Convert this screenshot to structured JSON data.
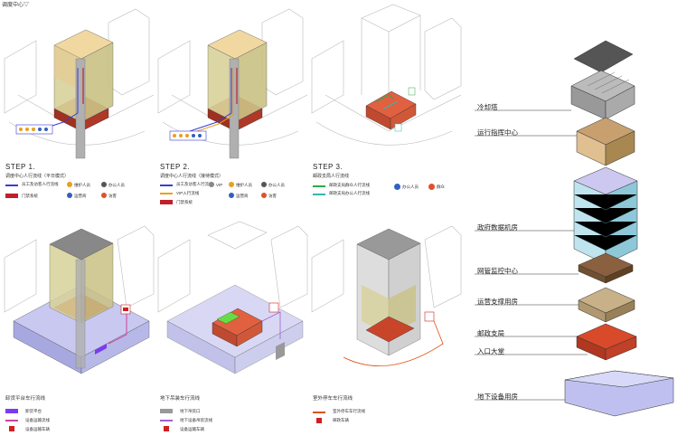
{
  "top_left_title": "调度中心▽",
  "steps": [
    {
      "title": "STEP 1.",
      "subtitle": "调度中心人行流线（平日模式）",
      "legend": [
        {
          "label": "员工及访客人行流线",
          "color": "#3b3bd6"
        },
        {
          "label": "门禁系统",
          "color": "#c0202a"
        }
      ],
      "people": [
        "维护人员",
        "办公人员",
        "运营商",
        "访客"
      ]
    },
    {
      "title": "STEP 2.",
      "subtitle": "调度中心人行流线（接待模式）",
      "legend": [
        {
          "label": "员工及访客人行流线",
          "color": "#3b3bd6"
        },
        {
          "label": "VIP入行流线",
          "color": "#e8a020"
        },
        {
          "label": "门禁系统",
          "color": "#c0202a"
        }
      ],
      "people": [
        "VIP",
        "维护人员",
        "办公人员",
        "运营商",
        "访客"
      ]
    },
    {
      "title": "STEP 3.",
      "subtitle": "邮政支局人行流线",
      "legend": [
        {
          "label": "邮政支局群众人行流线",
          "color": "#2fa84f"
        },
        {
          "label": "邮政支局办公人行流线",
          "color": "#30b8b0"
        }
      ],
      "people": [
        "办公人员",
        "群众"
      ]
    }
  ],
  "bottom": [
    {
      "title": "卸货平台车行流线",
      "legend": [
        {
          "label": "卸货平台",
          "color": "#7a3cf0"
        },
        {
          "label": "设备运输流线",
          "color": "#d040a0"
        },
        {
          "label": "设备运输车辆",
          "color": "#d02020"
        }
      ]
    },
    {
      "title": "地下吊装车行流线",
      "legend": [
        {
          "label": "地下吊装口",
          "color": "#999999"
        },
        {
          "label": "地下设备吊装流线",
          "color": "#a060d0"
        },
        {
          "label": "设备运输车辆",
          "color": "#d02020"
        }
      ]
    },
    {
      "title": "室外停车车行流线",
      "legend": [
        {
          "label": "室外停车车行流线",
          "color": "#e05010"
        },
        {
          "label": "邮政车辆",
          "color": "#d02020"
        }
      ]
    }
  ],
  "floors": [
    {
      "label": "冷却塔"
    },
    {
      "label": "运行指挥中心"
    },
    {
      "label": "政府数据机房"
    },
    {
      "label": "网管监控中心"
    },
    {
      "label": "运营支撑用房"
    },
    {
      "label": "邮政支局"
    },
    {
      "label": "入口大堂"
    },
    {
      "label": "地下设备用房"
    }
  ],
  "colors": {
    "tower_top": "#f0d8a0",
    "tower_body": "#d8d29a",
    "podium": "#c8452a",
    "basement": "#b8b8e8",
    "glass": "#a8d8e8"
  }
}
